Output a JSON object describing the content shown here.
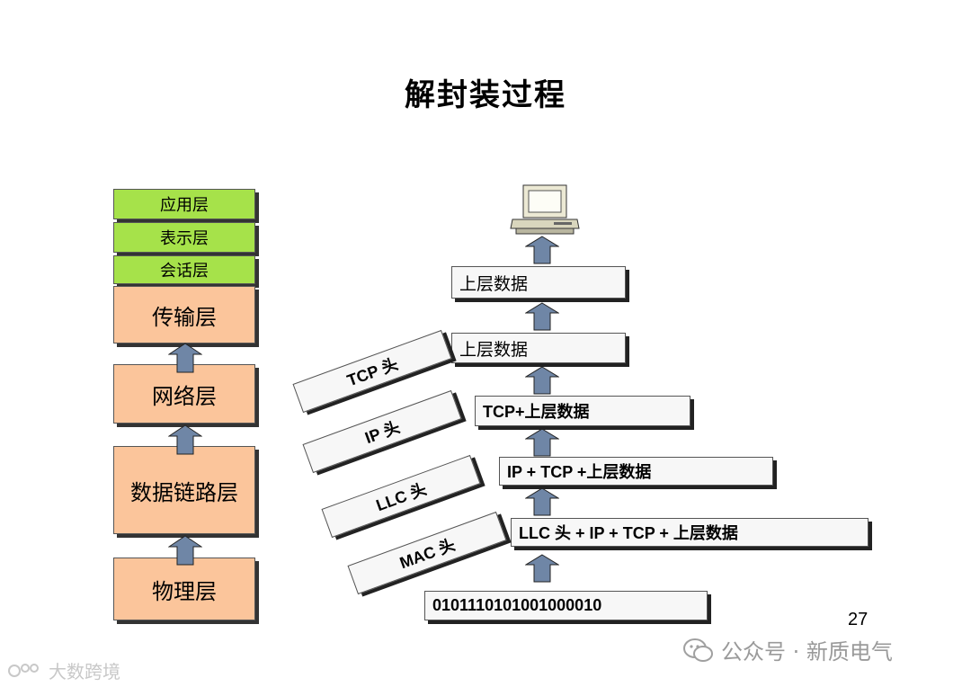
{
  "title": "解封装过程",
  "osi_layers": [
    {
      "label": "应用层"
    },
    {
      "label": "表示层"
    },
    {
      "label": "会话层"
    },
    {
      "label": "传输层"
    },
    {
      "label": "网络层"
    },
    {
      "label": "数据链路层"
    },
    {
      "label": "物理层"
    }
  ],
  "data_units": [
    {
      "label": "上层数据"
    },
    {
      "label": "上层数据"
    },
    {
      "label": "TCP+上层数据"
    },
    {
      "label": "IP + TCP +上层数据"
    },
    {
      "label": "LLC 头 + IP + TCP + 上层数据"
    },
    {
      "label": "0101110101001000010"
    }
  ],
  "headers": [
    {
      "label": "TCP 头"
    },
    {
      "label": "IP 头"
    },
    {
      "label": "LLC 头"
    },
    {
      "label": "MAC 头"
    }
  ],
  "page_number": "27",
  "watermark_right": "公众号 · 新质电气",
  "watermark_left": "大数跨境",
  "colors": {
    "upper_layers": "#a6e24a",
    "lower_layers": "#fbc59b",
    "arrow_fill": "#6f86a6",
    "box_fill": "#f7f7f7"
  }
}
